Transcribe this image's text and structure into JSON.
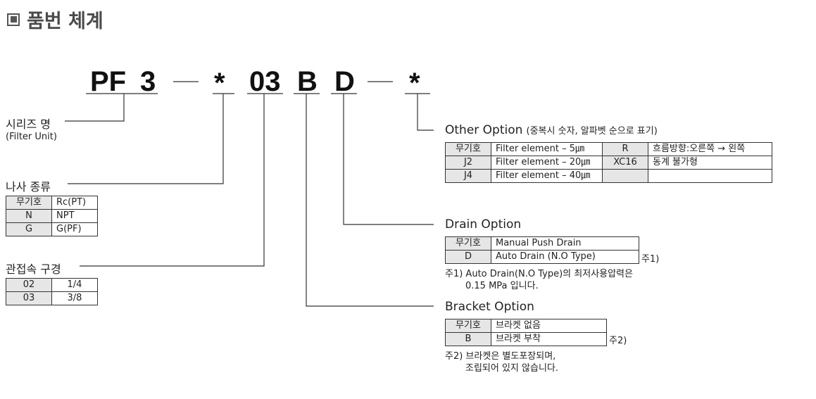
{
  "title": "품번 체계",
  "code_parts": [
    "PF",
    "3",
    "*",
    "03",
    "B",
    "D",
    "*"
  ],
  "series": {
    "label": "시리즈 명",
    "sub": "(Filter Unit)"
  },
  "thread": {
    "label": "나사 종류",
    "rows": [
      [
        "무기호",
        "Rc(PT)"
      ],
      [
        "N",
        "NPT"
      ],
      [
        "G",
        "G(PF)"
      ]
    ]
  },
  "port": {
    "label": "관접속 구경",
    "rows": [
      [
        "02",
        "1/4"
      ],
      [
        "03",
        "3/8"
      ]
    ]
  },
  "other": {
    "label": "Other Option",
    "note": "(중복시 숫자, 알파벳 순으로 표기)",
    "rows": [
      [
        "무기호",
        "Filter element – 5㎛",
        "R",
        "흐름방향:오른쪽 → 왼쪽"
      ],
      [
        "J2",
        "Filter element – 20㎛",
        "XC16",
        "동계 불가형"
      ],
      [
        "J4",
        "Filter element – 40㎛",
        "",
        ""
      ]
    ]
  },
  "drain": {
    "label": "Drain Option",
    "rows": [
      [
        "무기호",
        "Manual Push Drain"
      ],
      [
        "D",
        "Auto Drain (N.O Type)"
      ]
    ],
    "side_note": "주1)",
    "footnote1": "주1) Auto Drain(N.O Type)의 최저사용압력은",
    "footnote2": "0.15 MPa 입니다."
  },
  "bracket": {
    "label": "Bracket Option",
    "rows": [
      [
        "무기호",
        "브라켓 없음"
      ],
      [
        "B",
        "브라켓 부착"
      ]
    ],
    "side_note": "주2)",
    "footnote1": "주2) 브라켓은 별도포장되며,",
    "footnote2": "조립되어 있지 않습니다."
  }
}
